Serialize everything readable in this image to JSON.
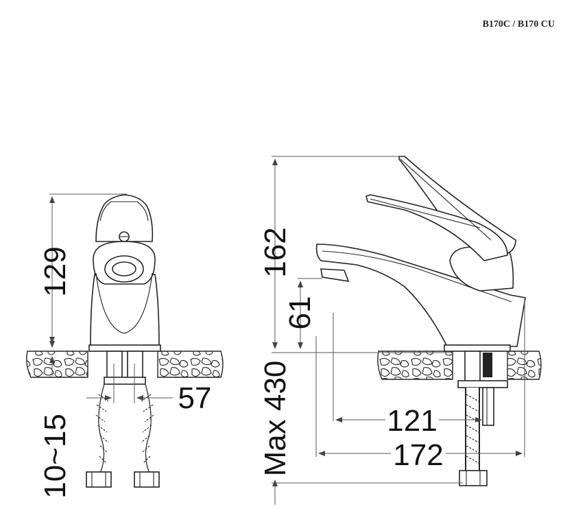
{
  "header": {
    "model_code": "B170C / B170 CU"
  },
  "dimensions": {
    "front_height": "129",
    "deck_thickness": "10~15",
    "hose_spacing": "57",
    "total_height": "162",
    "spout_clearance": "61",
    "max_hose": "Max 430",
    "spout_reach": "121",
    "total_depth": "172"
  }
}
